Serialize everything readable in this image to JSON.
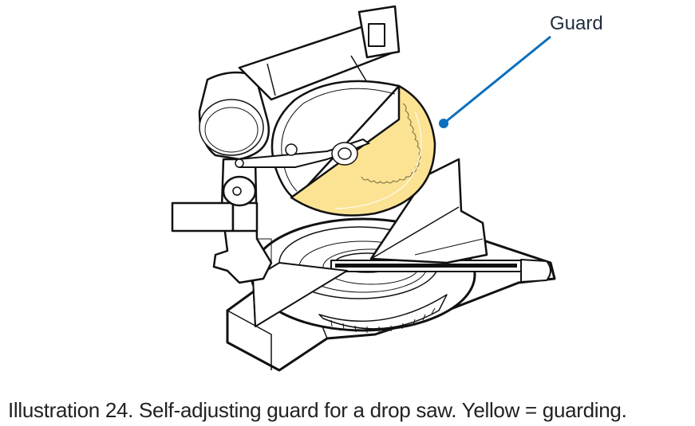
{
  "figure": {
    "callout": {
      "label": "Guard",
      "line_color": "#0a6fbd",
      "text_color": "#1f2d3d"
    },
    "guard_fill_color": "#fbe393",
    "caption": "Illustration 24. Self-adjusting guard for a drop saw. Yellow = guarding.",
    "parts": [
      "motor-housing",
      "handle",
      "arm",
      "blade-guard",
      "blade",
      "fence",
      "turntable",
      "miter-scale",
      "base"
    ]
  }
}
